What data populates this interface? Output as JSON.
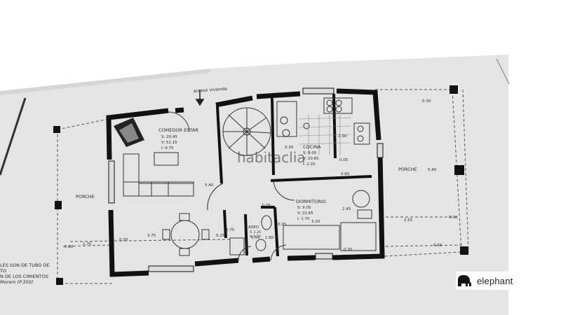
{
  "plan": {
    "access_label": "acceso vivienda",
    "rooms": {
      "comedor": {
        "name": "COMEDOR ESTAR",
        "s": "S: 20.45",
        "v": "V: 51.15",
        "i": "I: 6.75"
      },
      "cocina": {
        "name": "COCINA",
        "s": "S: 8.05",
        "v": "V: 20.65",
        "i": "I: 2.25"
      },
      "dormitorio": {
        "name": "DORMITORIO",
        "s": "S: 9.05",
        "v": "V: 22.65",
        "i": "I: 1.70"
      },
      "aseo": {
        "name": "ASEO",
        "s": "S: 2.20",
        "v": "V: 5.50"
      },
      "porche_left": "PORCHE",
      "porche_right": "PORCHE"
    },
    "dimensions": [
      "0.30",
      "1.70",
      "0.30",
      "3.75",
      "0.25",
      "5.40",
      "0.05",
      "2.75",
      "0.50",
      "1.60",
      "0.05",
      "3.20",
      "2.45",
      "2.55",
      "0.30",
      "5.40",
      "0.30",
      "0.30",
      "0.60",
      "0.05",
      "2.30",
      "0.30",
      "0.30"
    ],
    "notes": [
      "LES SON DE TUBO DE",
      "TO",
      "N DE LOS CIMIENTOS",
      "Morem (P.350)"
    ],
    "watermark": "habitaclia"
  },
  "logo": {
    "text": "elephant"
  }
}
